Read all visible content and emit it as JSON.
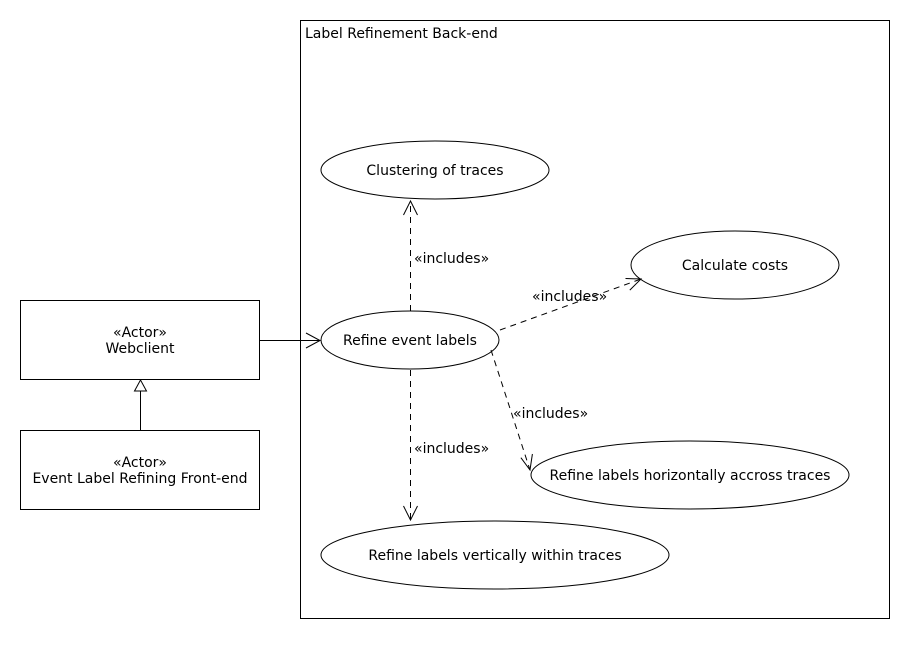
{
  "system": {
    "title": "Label Refinement Back-end"
  },
  "actors": {
    "webclient": {
      "stereotype": "«Actor»",
      "name": "Webclient"
    },
    "frontend": {
      "stereotype": "«Actor»",
      "name": "Event Label Refining Front-end"
    }
  },
  "use_cases": {
    "clustering": "Clustering of traces",
    "calculate_costs": "Calculate costs",
    "refine_event_labels": "Refine event labels",
    "refine_horizontal": "Refine labels horizontally accross traces",
    "refine_vertical": "Refine labels vertically within traces"
  },
  "relations": {
    "include_clustering": "«includes»",
    "include_costs": "«includes»",
    "include_horizontal": "«includes»",
    "include_vertical": "«includes»"
  }
}
